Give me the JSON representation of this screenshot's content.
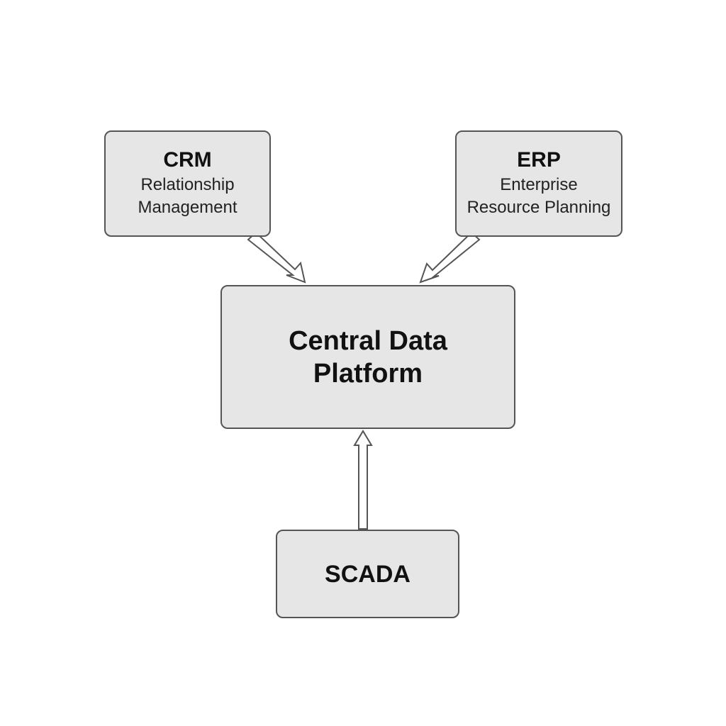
{
  "nodes": {
    "crm": {
      "title": "CRM",
      "subtitle_line1": "Relationship",
      "subtitle_line2": "Management"
    },
    "erp": {
      "title": "ERP",
      "subtitle_line1": "Enterprise",
      "subtitle_line2": "Resource Planning"
    },
    "central": {
      "title_line1": "Central Data",
      "title_line2": "Platform"
    },
    "scada": {
      "title": "SCADA"
    }
  },
  "edges": [
    {
      "from": "CRM",
      "to": "Central Data Platform"
    },
    {
      "from": "ERP",
      "to": "Central Data Platform"
    },
    {
      "from": "SCADA",
      "to": "Central Data Platform"
    }
  ],
  "colors": {
    "box_fill": "#e6e6e6",
    "box_border": "#555555",
    "arrow_stroke": "#555555",
    "background": "#ffffff"
  }
}
